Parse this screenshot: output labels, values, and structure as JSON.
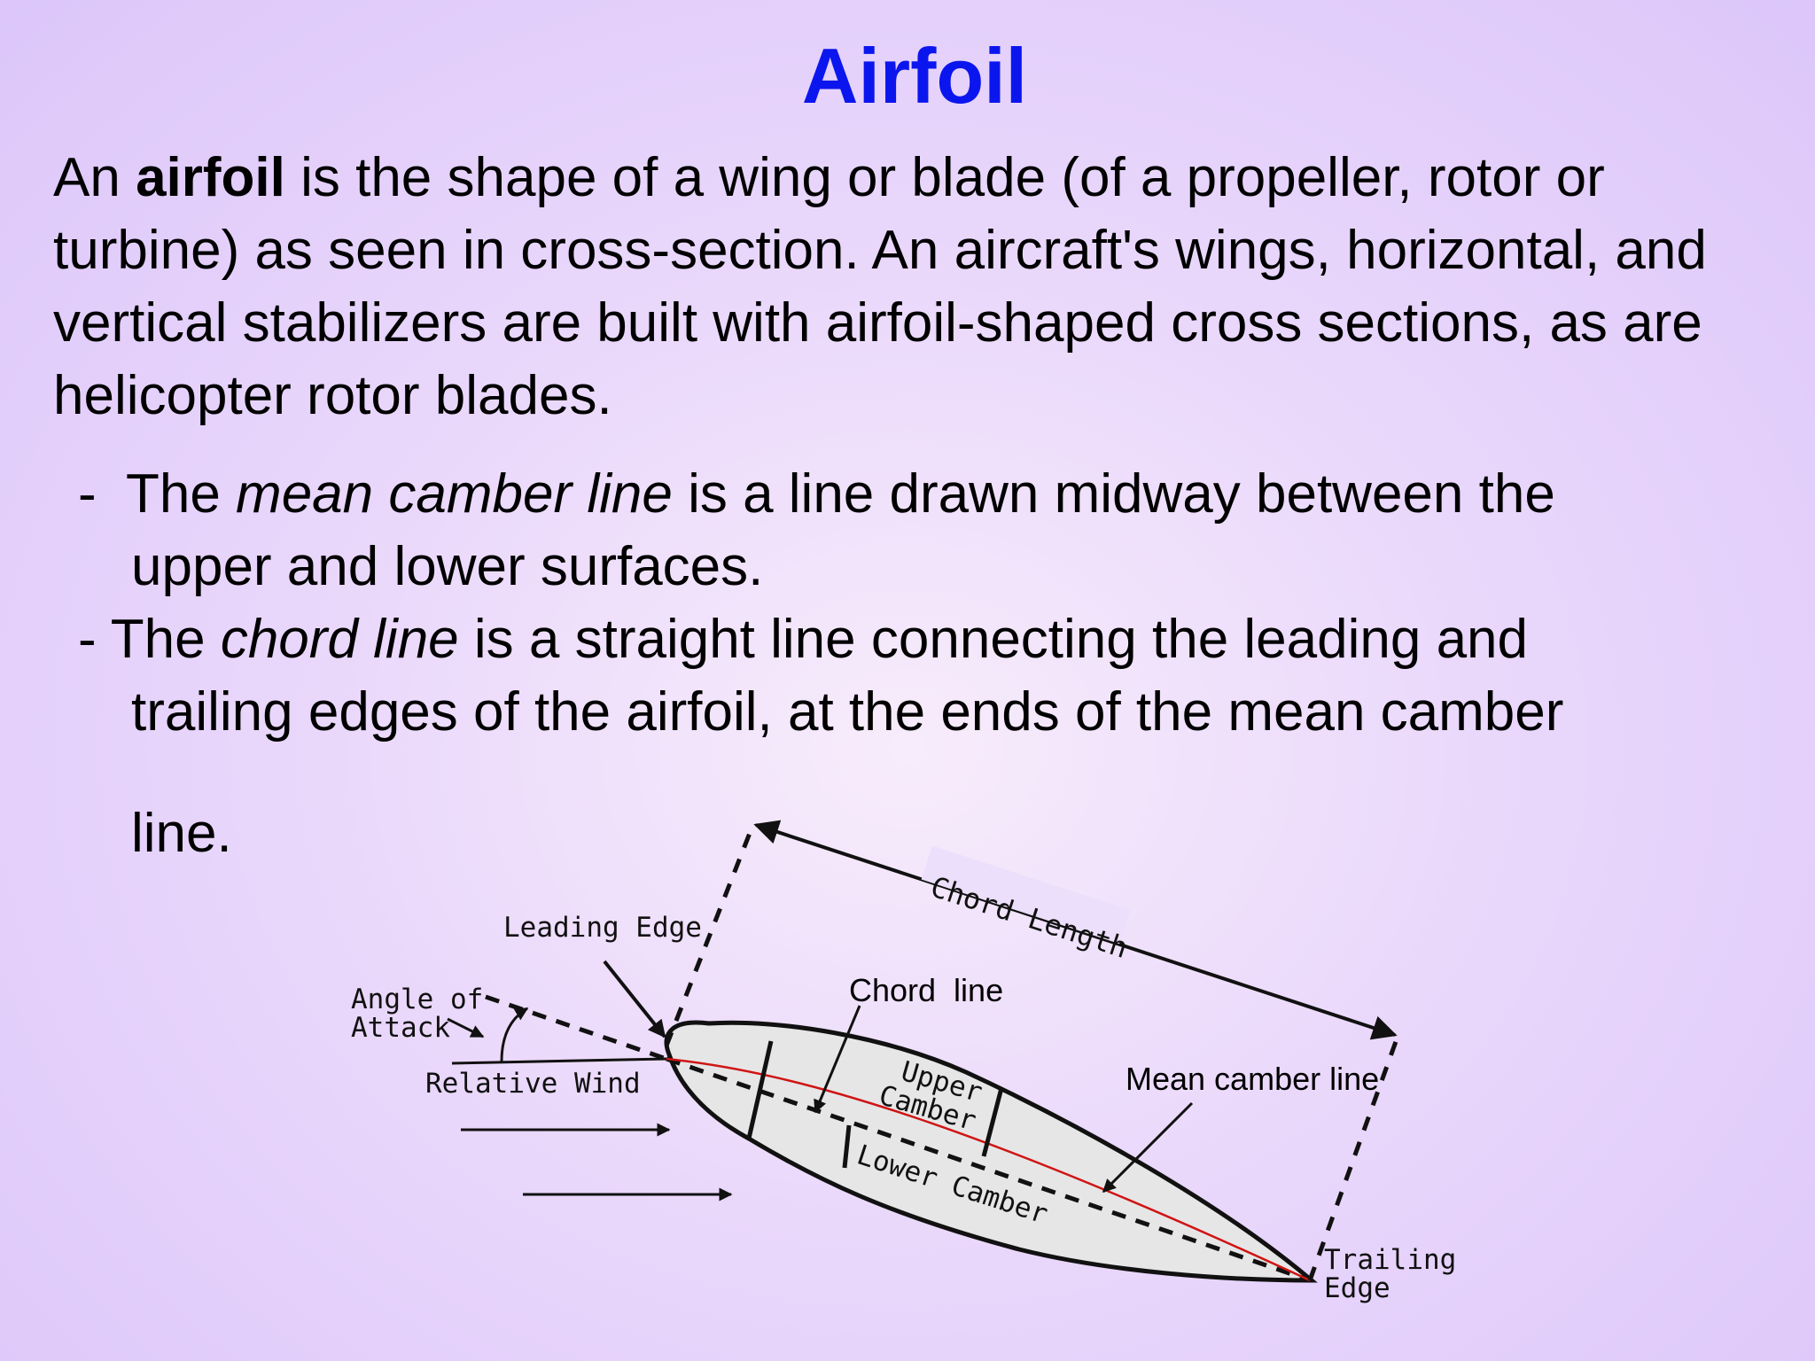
{
  "slide": {
    "title": "Airfoil",
    "intro": {
      "prefix": "An ",
      "term": "airfoil",
      "rest": " is the shape of a wing or blade (of a propeller, rotor or turbine) as seen in cross-section. An aircraft's wings, horizontal, and vertical stabilizers are built with airfoil-shaped cross sections, as are helicopter rotor blades."
    },
    "bullets": [
      {
        "dash": "-  ",
        "lead": "The ",
        "term": "mean camber line",
        "rest": " is a line drawn midway between the",
        "continuation": "upper and lower surfaces."
      },
      {
        "dash": "- ",
        "lead": "The ",
        "term": "chord line",
        "rest": " is a straight line connecting the leading and",
        "continuation": "trailing edges of the airfoil, at the ends of the mean camber",
        "last": "line."
      }
    ]
  },
  "diagram": {
    "labels": {
      "chord_length": "Chord Length",
      "leading_edge": "Leading Edge",
      "angle_of_attack_1": "Angle of",
      "angle_of_attack_2": "Attack",
      "relative_wind": "Relative Wind",
      "chord_line": "Chord  line",
      "mean_camber_line": "Mean camber line",
      "upper_camber_1": "Upper",
      "upper_camber_2": "Camber",
      "lower_camber": "Lower Camber",
      "trailing_edge_1": "Trailing",
      "trailing_edge_2": "Edge"
    },
    "colors": {
      "airfoil_fill": "#e6e6e6",
      "camber_line": "#d01414",
      "ink": "#111111"
    }
  }
}
